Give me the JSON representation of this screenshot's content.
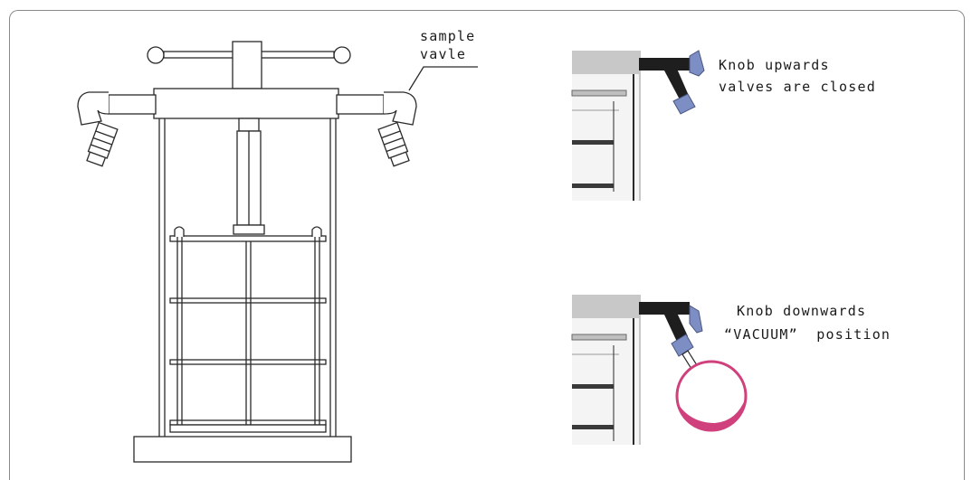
{
  "labels": {
    "sample_valve_line1": "sample",
    "sample_valve_line2": "vavle",
    "closed_line1": "Knob upwards",
    "closed_line2": "valves are closed",
    "vacuum_line1": "Knob downwards",
    "vacuum_line2": "“VACUUM”  position"
  },
  "colors": {
    "line": "#2a2a2a",
    "knob": "#7c8ec4",
    "flask": "#d0407c",
    "arm": "#1e1e1e",
    "panel_gray": "#c8c8c8"
  }
}
